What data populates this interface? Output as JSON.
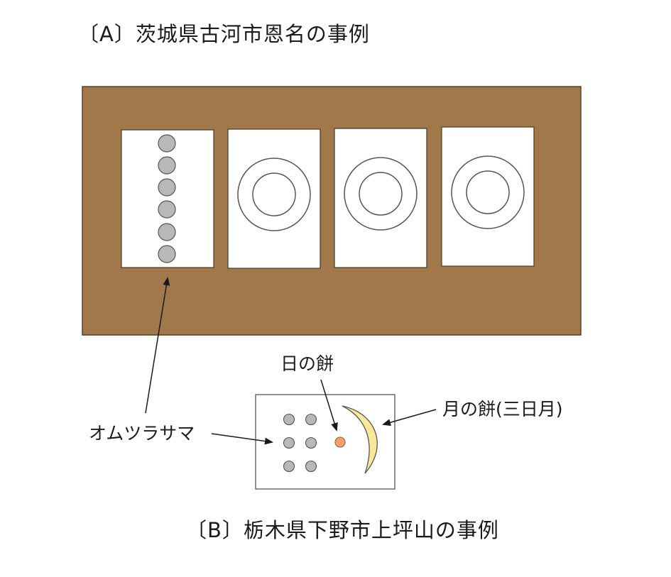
{
  "section_a": {
    "title": "〔A〕茨城県古河市恩名の事例"
  },
  "section_b": {
    "title": "〔B〕栃木県下野市上坪山の事例"
  },
  "labels": {
    "sun_mochi": "日の餅",
    "moon_mochi": "月の餅(三日月)",
    "omutsura": "オムツラサマ"
  },
  "colors": {
    "board_brown": "#a0784a",
    "panel_white": "#ffffff",
    "dot_gray": "#b8b8b8",
    "sun_orange": "#f0a070",
    "moon_yellow": "#fbe79a"
  }
}
